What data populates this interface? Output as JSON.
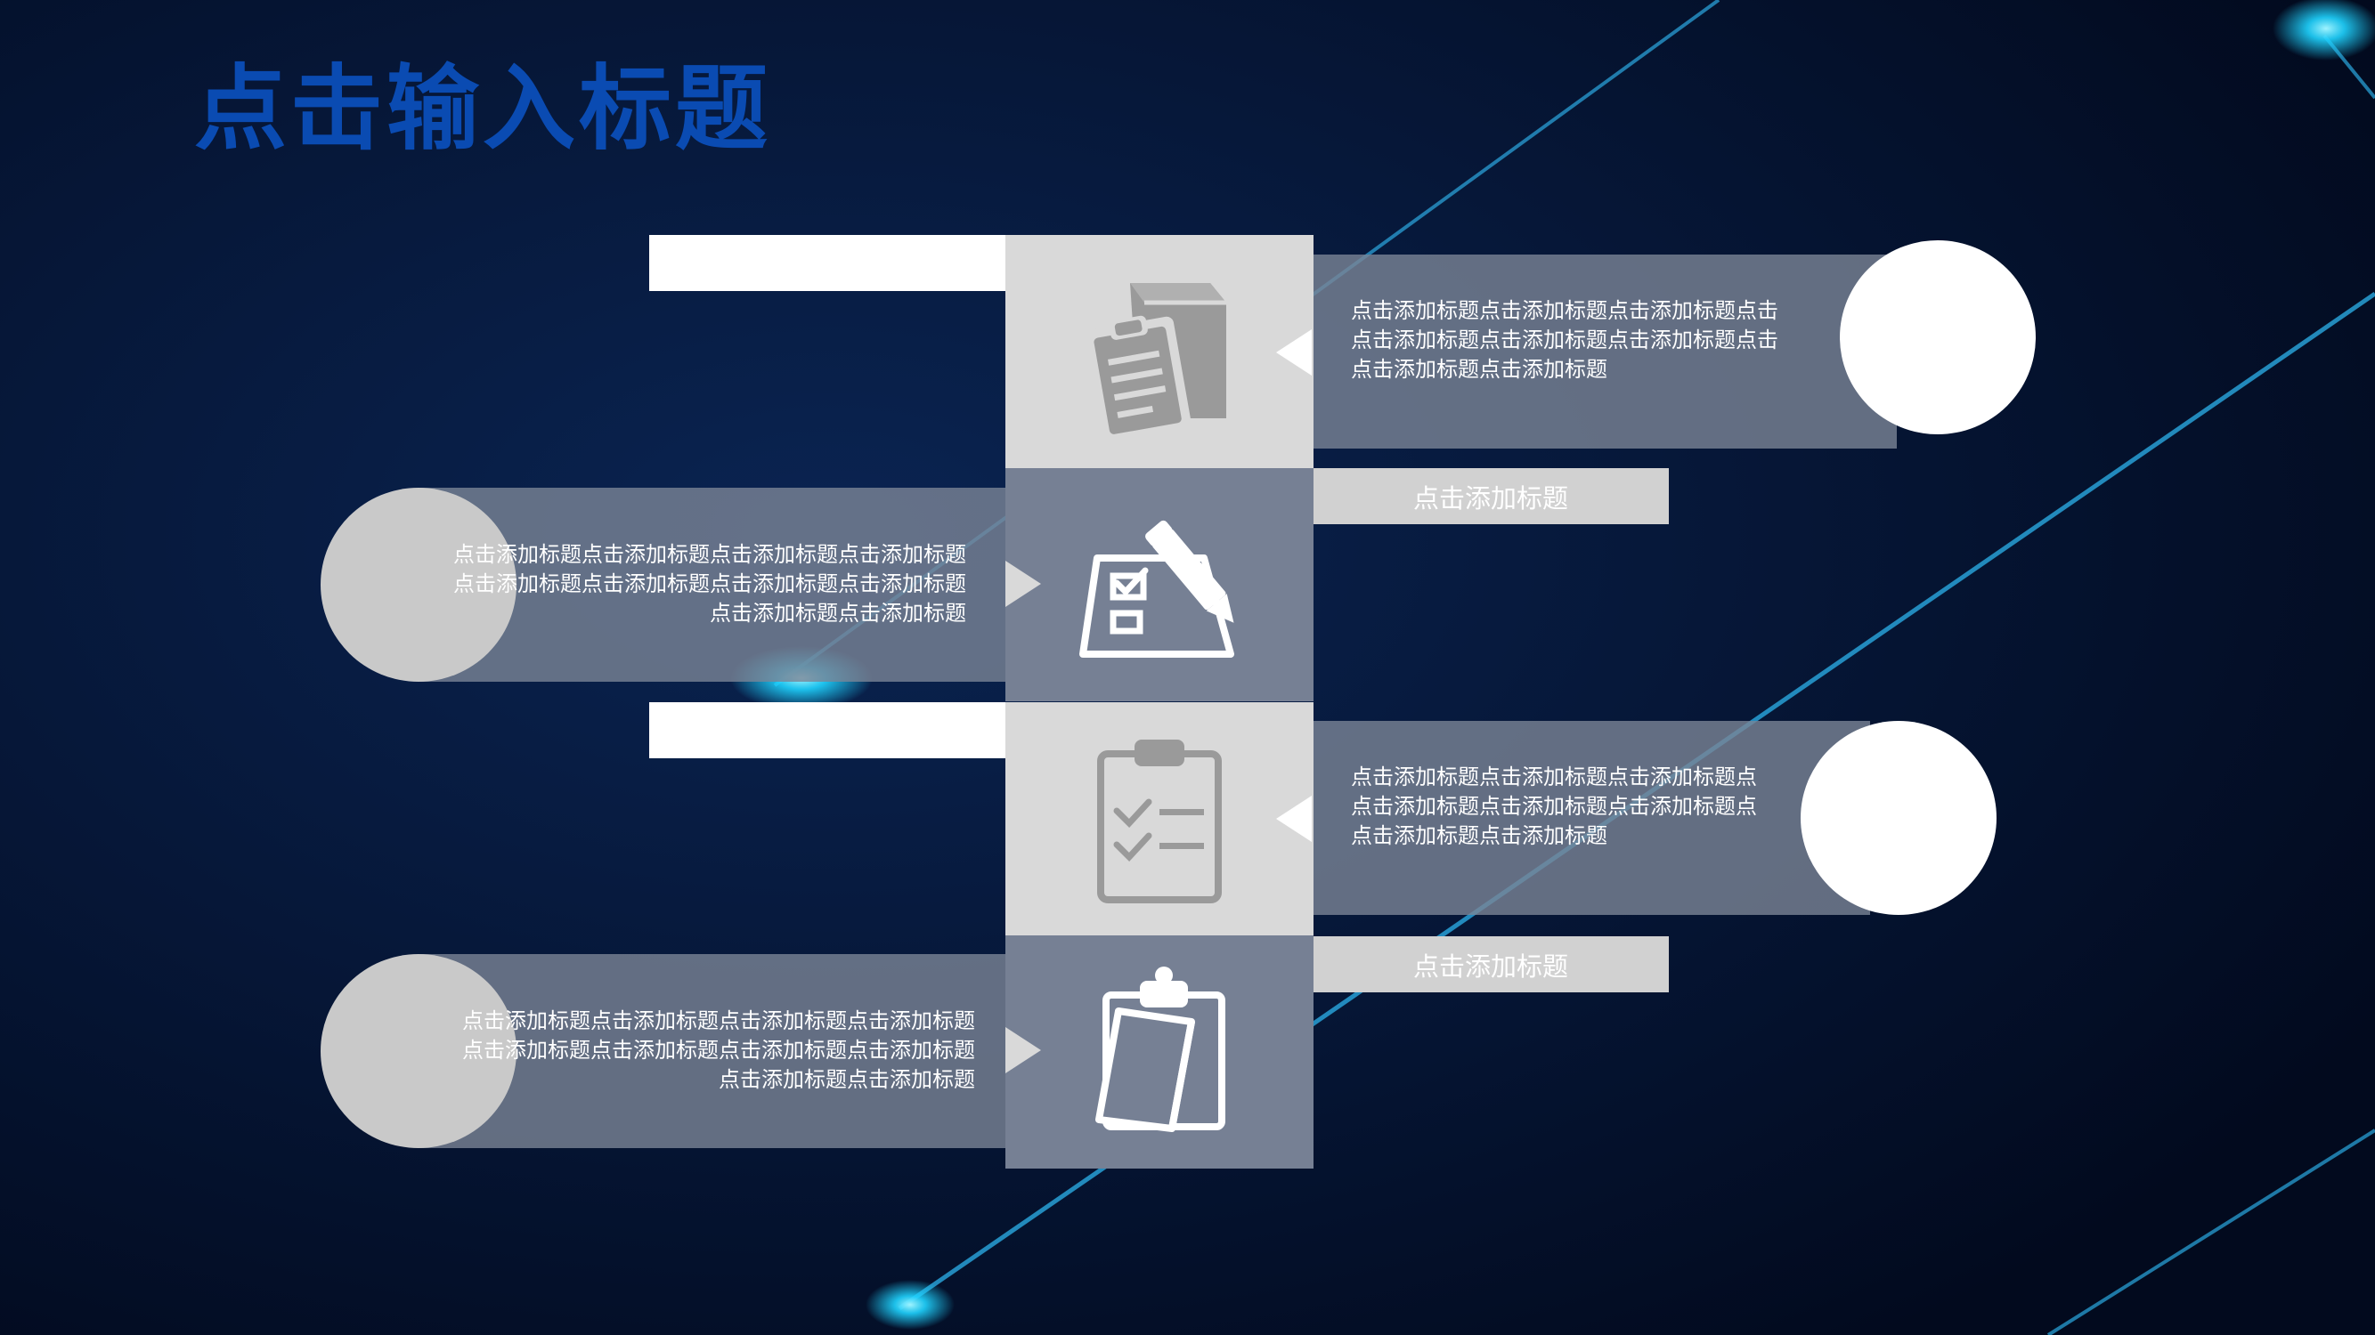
{
  "title": "点击输入标题",
  "colors": {
    "background": "#04112d",
    "title": "#0a4bb2",
    "tile_light": "#d9d9d9",
    "tile_dark": "#768094",
    "band": "#7a8496",
    "label_bar": "#d1d1d1",
    "glow": "#1fd3ff"
  },
  "items": [
    {
      "icon": "package-clipboard-icon",
      "text": "点击添加标题点击添加标题点击添加标题点击\n点击添加标题点击添加标题点击添加标题点击\n点击添加标题点击添加标题",
      "label": "点击添加标题"
    },
    {
      "icon": "checklist-pen-icon",
      "text": "点击添加标题点击添加标题点击添加标题点击添加标题\n点击添加标题点击添加标题点击添加标题点击添加标题\n点击添加标题点击添加标题"
    },
    {
      "icon": "clipboard-checklist-icon",
      "text": "点击添加标题点击添加标题点击添加标题点\n点击添加标题点击添加标题点击添加标题点\n点击添加标题点击添加标题",
      "label": "点击添加标题"
    },
    {
      "icon": "clipboard-documents-icon",
      "text": "点击添加标题点击添加标题点击添加标题点击添加标题\n点击添加标题点击添加标题点击添加标题点击添加标题\n点击添加标题点击添加标题"
    }
  ]
}
